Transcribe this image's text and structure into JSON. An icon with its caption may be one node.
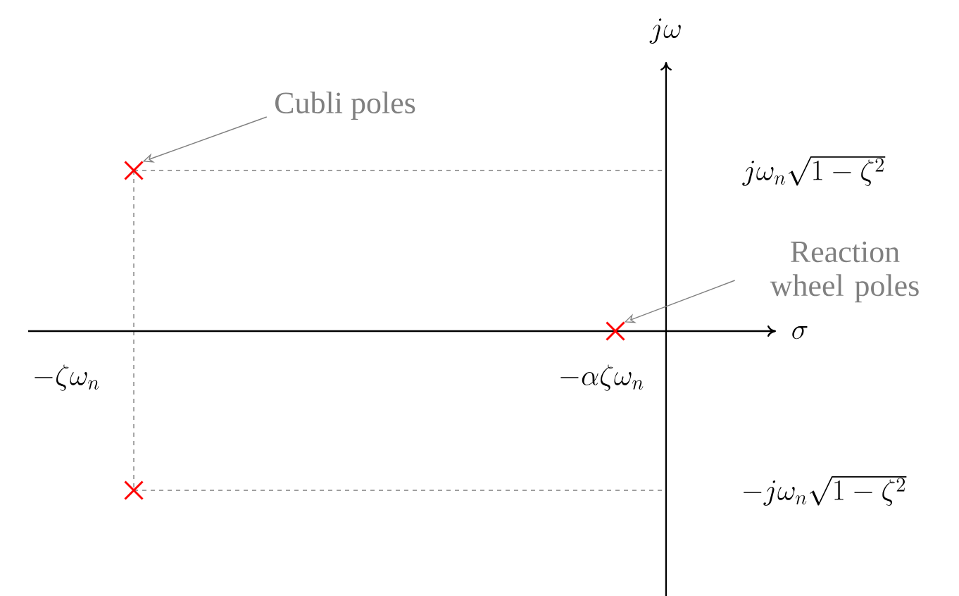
{
  "diagram": {
    "nodes": [
      {
        "text": [
          "Cubli poles"
        ]
      },
      {
        "text": [],
        "shape": "cross"
      },
      {
        "text": [
          "Reaction wheel poles"
        ]
      },
      {
        "text": [],
        "shape": "cross"
      },
      {
        "text": [],
        "shape": "cross"
      }
    ],
    "edges": [
      {
        "from": 0,
        "to": 1,
        "arrow": "to"
      },
      {
        "from": 2,
        "to": 3,
        "arrow": "to"
      }
    ],
    "labels": [
      "j\\omega",
      "j\\omega_n\\sqrt{1-\\zeta^2}",
      "\\sigma",
      "-\\zeta\\omega_n",
      "-\\alpha\\zeta\\omega_n",
      "-j\\omega_n\\sqrt{1-\\zeta^2}"
    ]
  }
}
